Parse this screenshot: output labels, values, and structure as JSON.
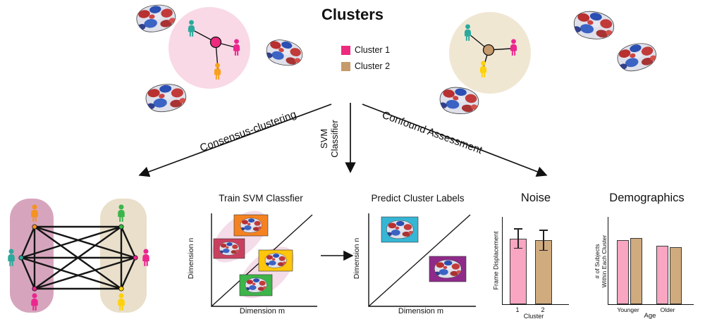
{
  "title": "Clusters",
  "legend": {
    "items": [
      {
        "label": "Cluster 1",
        "color": "#ee2a7e"
      },
      {
        "label": "Cluster 2",
        "color": "#c69a6a"
      }
    ]
  },
  "arrows": {
    "left_label": "Consensus-clustering",
    "middle_label_line1": "SVM",
    "middle_label_line2": "Classifier",
    "right_label": "Confound Assessment"
  },
  "panels": {
    "train_svm": {
      "title": "Train SVM Classfier",
      "xlabel": "Dimension m",
      "ylabel": "Dimension n"
    },
    "predict": {
      "title": "Predict Cluster Labels",
      "xlabel": "Dimension m",
      "ylabel": "Dimension n"
    },
    "noise": {
      "title": "Noise",
      "xlabel": "Cluster",
      "ylabel": "Frame Displacement",
      "ticks": [
        "1",
        "2"
      ]
    },
    "demographics": {
      "title": "Demographics",
      "xlabel": "Age",
      "ylabel_line1": "# of Subjects",
      "ylabel_line2": "Within Each Cluster",
      "groups": [
        "Younger",
        "Older"
      ]
    }
  },
  "colors": {
    "cluster1_pink": "#ee2a7e",
    "cluster2_tan": "#c69a6a",
    "cluster1_circle_fill": "#f9d9e6",
    "cluster2_circle_fill": "#f0e7d3",
    "network_box_left": "#d6a5bd",
    "network_box_right": "#e9dfca",
    "bar_pink": "#f9a6c2",
    "bar_tan": "#cfab7e",
    "person_teal": "#2aa99c",
    "person_green": "#3ab54a",
    "person_yellow": "#ffd10a",
    "person_orange": "#f6921e",
    "person_magenta": "#ec268f"
  },
  "chart_data": [
    {
      "type": "bar",
      "title": "Noise",
      "xlabel": "Cluster",
      "ylabel": "Frame Displacement",
      "categories": [
        "1",
        "2"
      ],
      "series": [
        {
          "name": "Frame Displacement",
          "values": [
            0.745,
            0.73
          ]
        }
      ],
      "errors": [
        0.115,
        0.12
      ],
      "ylim": [
        0,
        1
      ],
      "note": "y-axis has no tick labels; values are relative bar heights"
    },
    {
      "type": "bar",
      "title": "Demographics",
      "xlabel": "Age",
      "ylabel": "# of Subjects Within Each Cluster",
      "categories": [
        "Younger",
        "Older"
      ],
      "series": [
        {
          "name": "Cluster 1",
          "values": [
            0.73,
            0.66
          ]
        },
        {
          "name": "Cluster 2",
          "values": [
            0.75,
            0.648
          ]
        }
      ],
      "ylim": [
        0,
        1
      ],
      "note": "y-axis has no tick labels; values are relative bar heights"
    }
  ]
}
